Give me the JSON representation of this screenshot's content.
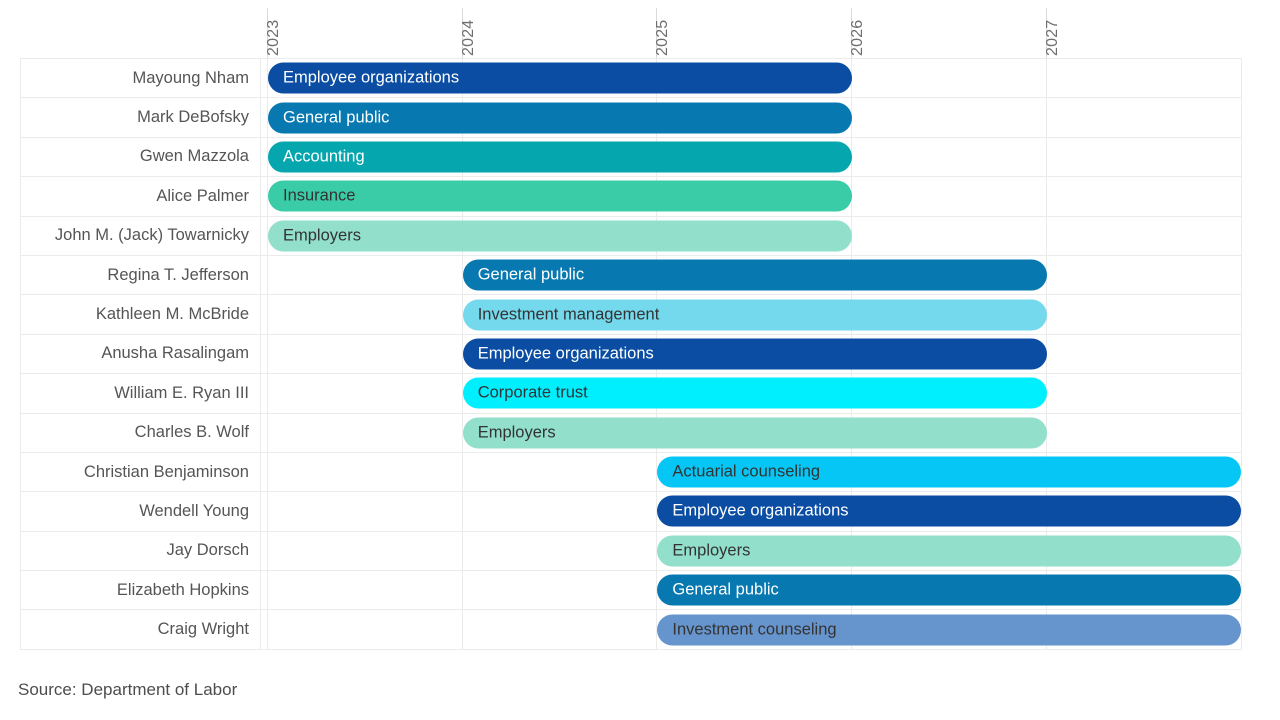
{
  "chart_data": {
    "type": "bar",
    "subtype": "gantt-timeline",
    "title": "",
    "xlabel": "",
    "ylabel": "",
    "source": "Source: Department of Labor",
    "axis": {
      "tick_labels": [
        "2023",
        "2024",
        "2025",
        "2026",
        "2027"
      ],
      "tick_values": [
        2023,
        2024,
        2025,
        2026,
        2027
      ],
      "xlim": [
        2023,
        2027.5
      ],
      "orientation": "vertical-rotated",
      "grid": true,
      "legend": "none"
    },
    "categories": [
      "Mayoung Nham",
      "Mark DeBofsky",
      "Gwen Mazzola",
      "Alice Palmer",
      "John M. (Jack) Towarnicky",
      "Regina T. Jefferson",
      "Kathleen M. McBride",
      "Anusha Rasalingam",
      "William E. Ryan III",
      "Charles B. Wolf",
      "Christian Benjaminson",
      "Wendell Young",
      "Jay Dorsch",
      "Elizabeth Hopkins",
      "Craig Wright"
    ],
    "bars": [
      {
        "name": "Mayoung Nham",
        "label": "Employee organizations",
        "start": 2023,
        "end": 2026,
        "color": "#0a4da2",
        "text_color": "#ffffff"
      },
      {
        "name": "Mark DeBofsky",
        "label": "General public",
        "start": 2023,
        "end": 2026,
        "color": "#0779b0",
        "text_color": "#ffffff"
      },
      {
        "name": "Gwen Mazzola",
        "label": "Accounting",
        "start": 2023,
        "end": 2026,
        "color": "#05a6ad",
        "text_color": "#ffffff"
      },
      {
        "name": "Alice Palmer",
        "label": "Insurance",
        "start": 2023,
        "end": 2026,
        "color": "#3acca6",
        "text_color": "#333333"
      },
      {
        "name": "John M. (Jack) Towarnicky",
        "label": "Employers",
        "start": 2023,
        "end": 2026,
        "color": "#92dfcb",
        "text_color": "#333333"
      },
      {
        "name": "Regina T. Jefferson",
        "label": "General public",
        "start": 2024,
        "end": 2027,
        "color": "#0779b0",
        "text_color": "#ffffff"
      },
      {
        "name": "Kathleen M. McBride",
        "label": "Investment management",
        "start": 2024,
        "end": 2027,
        "color": "#74d9ec",
        "text_color": "#333333"
      },
      {
        "name": "Anusha Rasalingam",
        "label": "Employee organizations",
        "start": 2024,
        "end": 2027,
        "color": "#0a4da2",
        "text_color": "#ffffff"
      },
      {
        "name": "William E. Ryan III",
        "label": "Corporate trust",
        "start": 2024,
        "end": 2027,
        "color": "#00efff",
        "text_color": "#333333"
      },
      {
        "name": "Charles B. Wolf",
        "label": "Employers",
        "start": 2024,
        "end": 2027,
        "color": "#92dfcb",
        "text_color": "#333333"
      },
      {
        "name": "Christian Benjaminson",
        "label": "Actuarial counseling",
        "start": 2025,
        "end": 2028,
        "color": "#06c6f5",
        "text_color": "#333333"
      },
      {
        "name": "Wendell Young",
        "label": "Employee organizations",
        "start": 2025,
        "end": 2028,
        "color": "#0a4da2",
        "text_color": "#ffffff"
      },
      {
        "name": "Jay Dorsch",
        "label": "Employers",
        "start": 2025,
        "end": 2028,
        "color": "#92dfcb",
        "text_color": "#333333"
      },
      {
        "name": "Elizabeth Hopkins",
        "label": "General public",
        "start": 2025,
        "end": 2028,
        "color": "#0779b0",
        "text_color": "#ffffff"
      },
      {
        "name": "Craig Wright",
        "label": "Investment counseling",
        "start": 2025,
        "end": 2028,
        "color": "#6694cc",
        "text_color": "#333333"
      }
    ]
  },
  "colors": {
    "grid_line": "#ebebeb",
    "tick_line": "#d9d9d9",
    "tick_label": "#6e6e6e",
    "row_label": "#555555",
    "source_text": "#4d4d4d",
    "background": "#ffffff"
  }
}
